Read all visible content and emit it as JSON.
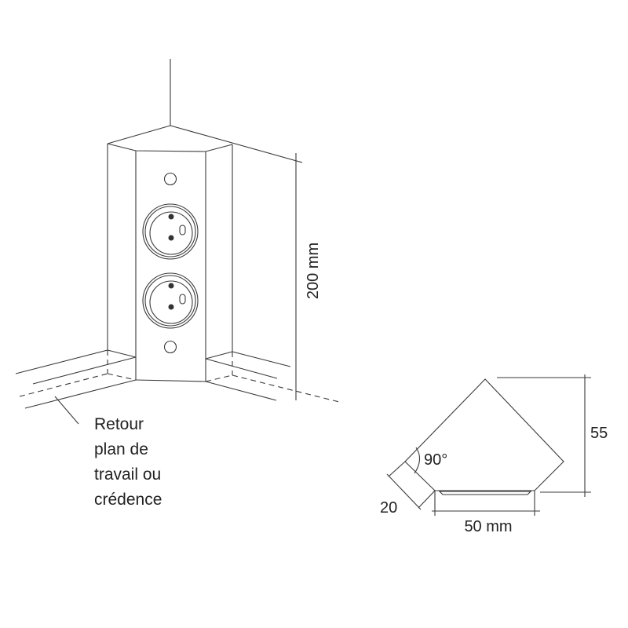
{
  "main_view": {
    "height_label": "200 mm",
    "callout": [
      "Retour",
      "plan de",
      "travail ou",
      "crédence"
    ]
  },
  "top_view": {
    "angle_label": "90°",
    "depth_label": "55",
    "side_label": "20",
    "width_label": "50 mm"
  },
  "colors": {
    "line": "#3a3a3a",
    "text": "#222222"
  }
}
